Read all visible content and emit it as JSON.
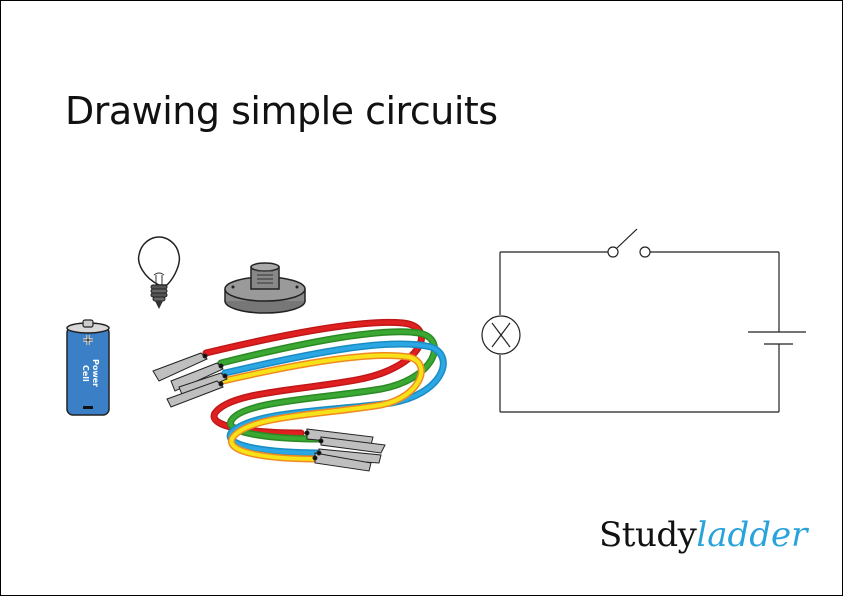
{
  "page": {
    "title": "Drawing simple circuits"
  },
  "components": {
    "battery": {
      "label_line1": "Power",
      "label_line2": "Cell",
      "plus": "+",
      "minus": "−",
      "color": "#3b80c6"
    },
    "bulb": {
      "name": "light bulb"
    },
    "bulb_holder": {
      "name": "bulb holder",
      "color": "#8a8a8a"
    },
    "wires": {
      "colors": [
        "#e02020",
        "#3aa832",
        "#2ba7e3",
        "#f7e21a"
      ]
    }
  },
  "circuit_diagram": {
    "elements": [
      "open switch",
      "lamp",
      "cell"
    ]
  },
  "logo": {
    "part1": "Study",
    "part2": "ladder",
    "accent_color": "#29a3dc"
  }
}
